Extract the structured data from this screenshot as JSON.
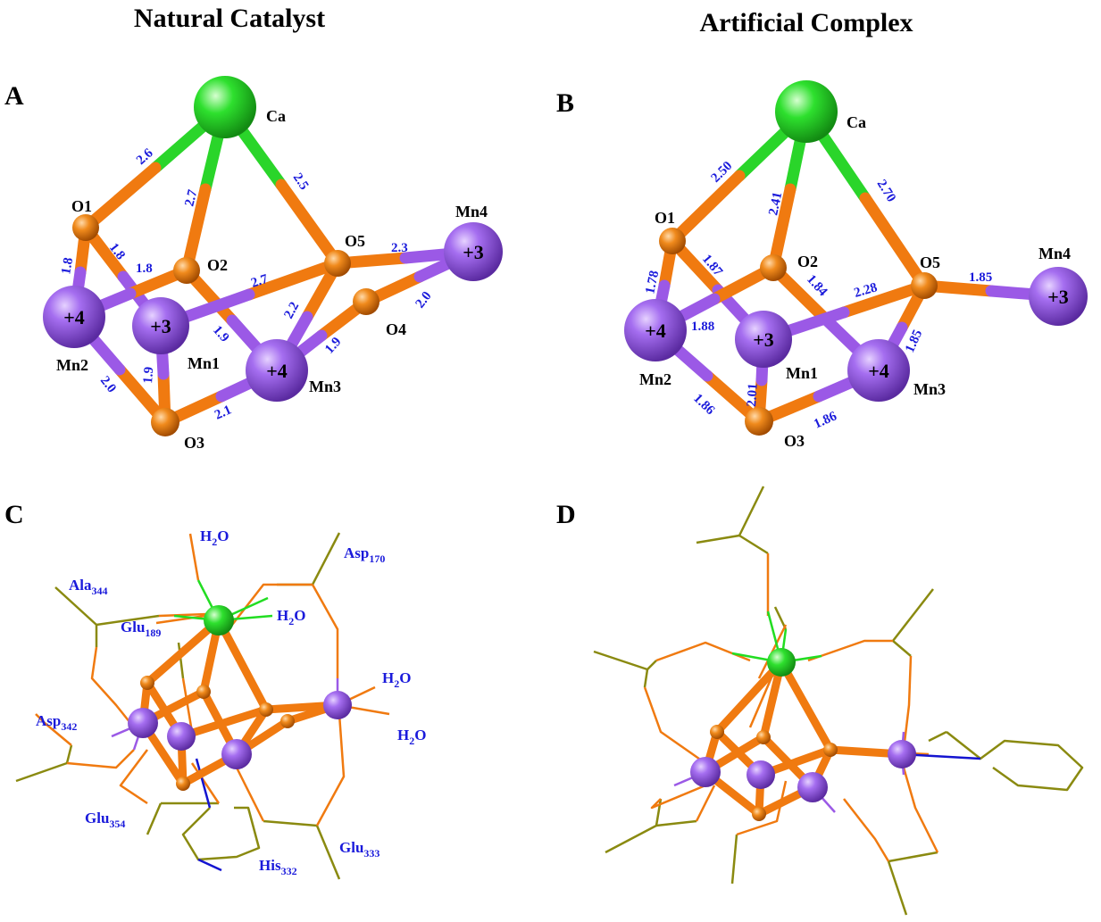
{
  "titles": {
    "left": "Natural Catalyst",
    "right": "Artificial Complex"
  },
  "panels": {
    "a": "A",
    "b": "B",
    "c": "C",
    "d": "D"
  },
  "colors": {
    "mn": "#9b59e6",
    "o": "#f07a10",
    "ca": "#22dd22",
    "c": "#8a8a10",
    "n": "#1414d0",
    "label": "#1a1adb"
  },
  "atoms": {
    "ca": "Ca",
    "o1": "O1",
    "o2": "O2",
    "o3": "O3",
    "o4": "O4",
    "o5": "O5",
    "mn1": "Mn1",
    "mn2": "Mn2",
    "mn3": "Mn3",
    "mn4": "Mn4"
  },
  "oxidation": {
    "mn1": "+3",
    "mn2": "+4",
    "mn3": "+4",
    "mn4": "+3"
  },
  "distances_a": {
    "ca_o1": "2.6",
    "ca_o2": "2.7",
    "ca_o5": "2.5",
    "o1_mn2": "1.8",
    "o1_mn1": "1.8",
    "o2_mn2": "1.8",
    "o2_mn3": "1.9",
    "o5_mn1": "2.7",
    "o5_mn3": "2.2",
    "o5_mn4": "2.3",
    "o4_mn4": "2.0",
    "o4_mn3": "1.9",
    "o3_mn2": "2.0",
    "o3_mn1": "1.9",
    "o3_mn3": "2.1"
  },
  "distances_b": {
    "ca_o1": "2.50",
    "ca_o2": "2.41",
    "ca_o5": "2.70",
    "o1_mn2": "1.78",
    "o1_mn1": "1.87",
    "o2_mn2": "1.88",
    "o2_mn3": "1.84",
    "o5_mn1": "2.28",
    "o5_mn3": "1.85",
    "o5_mn4": "1.85",
    "o3_mn2": "1.86",
    "o3_mn1": "2.01",
    "o3_mn3": "1.86"
  },
  "ligands": {
    "h2o": "H",
    "h2o_sub": "2",
    "h2o_end": "O",
    "ala": "Ala",
    "ala_sub": "344",
    "asp170": "Asp",
    "asp170_sub": "170",
    "glu189": "Glu",
    "glu189_sub": "189",
    "asp342": "Asp",
    "asp342_sub": "342",
    "glu354": "Glu",
    "glu354_sub": "354",
    "his": "His",
    "his_sub": "332",
    "glu333": "Glu",
    "glu333_sub": "333"
  }
}
